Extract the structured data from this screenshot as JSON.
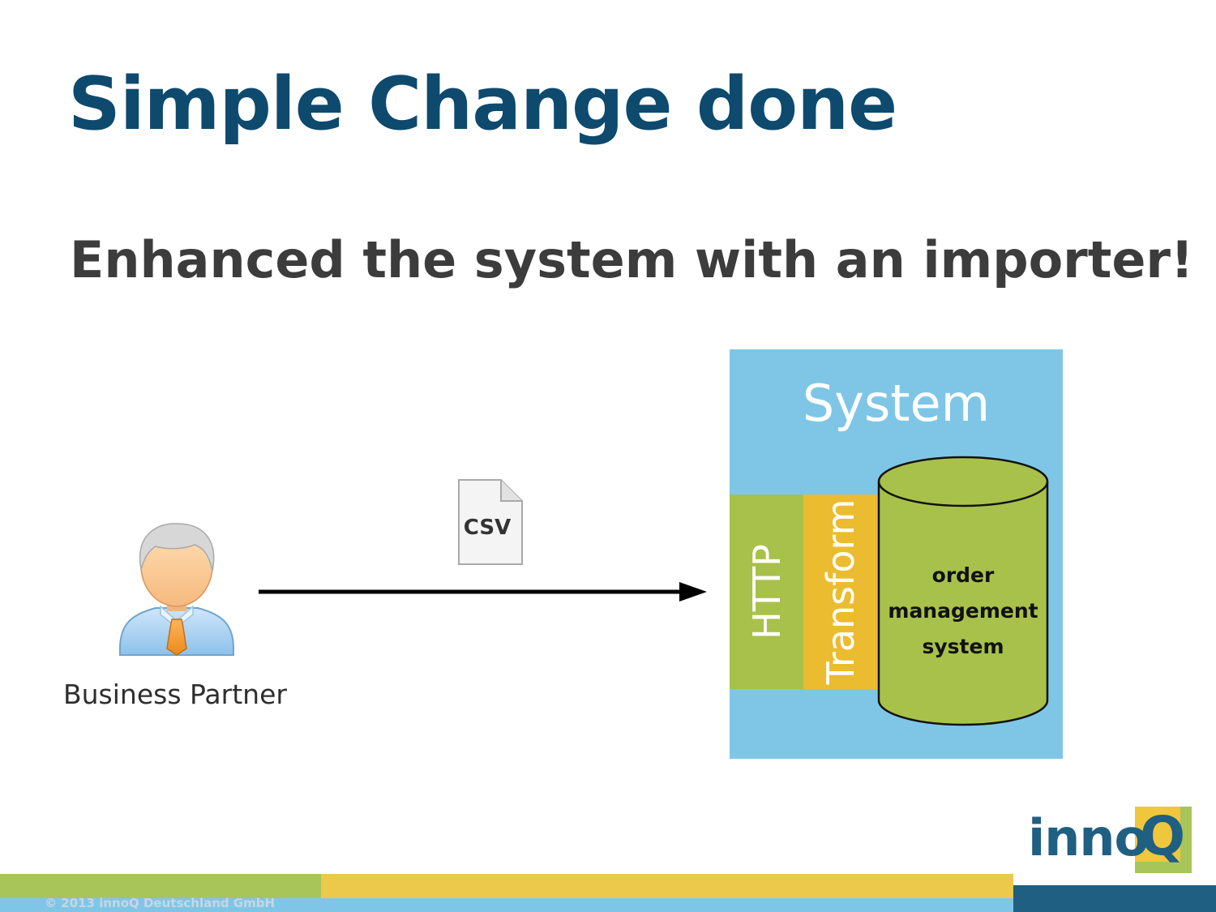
{
  "slide": {
    "title": "Simple Change done",
    "subtitle": "Enhanced the system with an importer!"
  },
  "diagram": {
    "actor": {
      "label": "Business Partner",
      "icon": "business-person-icon"
    },
    "document": {
      "label": "CSV",
      "icon": "document-icon"
    },
    "arrow": {
      "icon": "arrow-right-icon"
    },
    "system": {
      "title": "System",
      "layers": [
        "HTTP",
        "Transform"
      ],
      "database": {
        "lines": [
          "order",
          "management",
          "system"
        ],
        "icon": "database-cylinder-icon"
      }
    }
  },
  "branding": {
    "logo_text": "inno",
    "logo_accent": "Q",
    "copyright": "© 2013 innoQ Deutschland GmbH"
  },
  "colors": {
    "title": "#0d4a6e",
    "system_bg": "#7fc6e6",
    "http": "#a8c14a",
    "transform": "#ecbc30",
    "database": "#a8c14a",
    "footer_green": "#a8c55a",
    "footer_yellow": "#ecc94a",
    "footer_dark": "#1f5f82"
  }
}
